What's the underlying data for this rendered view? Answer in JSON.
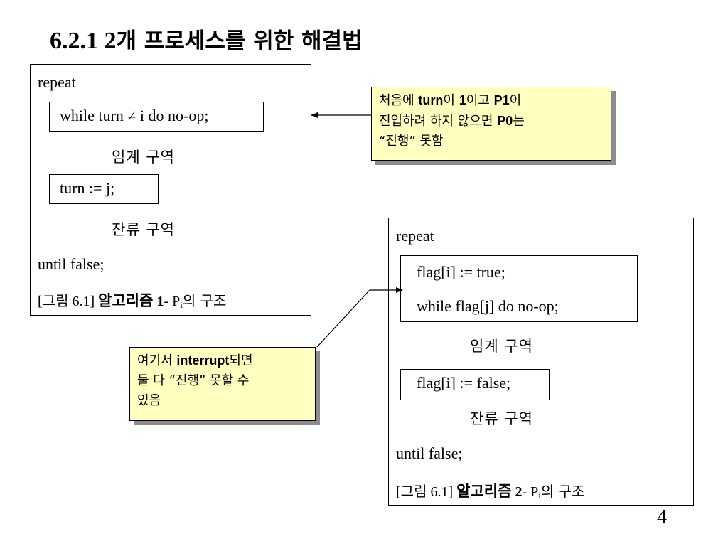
{
  "title": {
    "number": "6.2.1 2",
    "text": "개 프로세스를 위한 해결법"
  },
  "algo1": {
    "repeat": "repeat",
    "while_line": "while turn ≠ i do no-op;",
    "critical": "임계 구역",
    "turn_line": "turn := j;",
    "remainder": "잔류 구역",
    "until": "until false;",
    "caption": {
      "prefix": "[",
      "figure_kr": "그림",
      "figure_num": " 6.1] ",
      "algo_kr": "알고리즘",
      "algo_num": " 1",
      "dash": "- P",
      "sub": "i",
      "suffix": "의 구조"
    }
  },
  "note1": {
    "p1": "처음에 ",
    "b1": "turn",
    "p2": "이 ",
    "b2": "1",
    "p3": "이고 ",
    "b3": "P1",
    "p4": "이",
    "p5": "진입하려 하지 않으면 ",
    "b4": "P0",
    "p6": "는",
    "p7": "“진행” 못함"
  },
  "algo2": {
    "repeat": "repeat",
    "flag_true": "flag[i] := true;",
    "while_line": "while flag[j] do no-op;",
    "critical": "임계 구역",
    "flag_false": "flag[i] := false;",
    "remainder": "잔류 구역",
    "until": "until false;",
    "caption": {
      "prefix": "[",
      "figure_kr": "그림",
      "figure_num": " 6.1] ",
      "algo_kr": "알고리즘",
      "algo_num": " 2",
      "dash": "- P",
      "sub": "i",
      "suffix": "의 구조"
    }
  },
  "note2": {
    "p1": "여기서 ",
    "b1": "interrupt",
    "p2": "되면",
    "p3": "둘 다 “진행” 못할 수",
    "p4": "있음"
  },
  "page_number": "4",
  "colors": {
    "note_bg": "#ffffc0",
    "note_shadow": "#8c8c8c"
  }
}
